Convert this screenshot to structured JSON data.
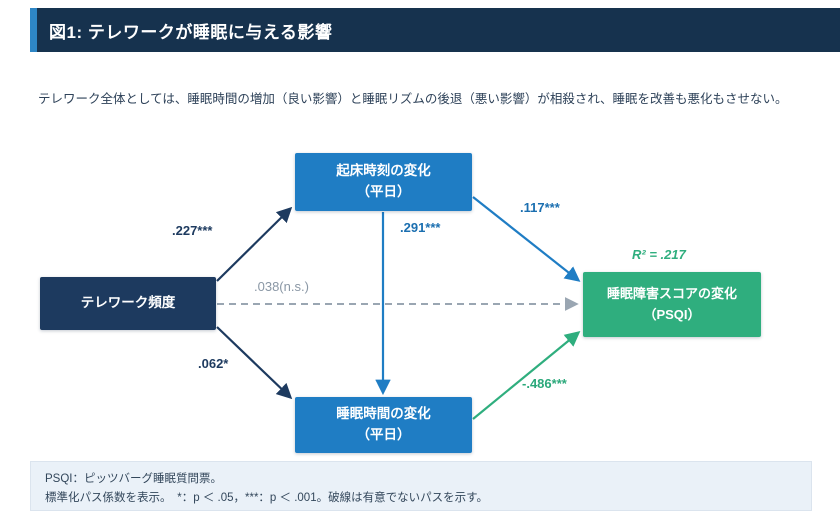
{
  "header": {
    "title": "図1: テレワークが睡眠に与える影響"
  },
  "subtitle": "テレワーク全体としては、睡眠時間の増加（良い影響）と睡眠リズムの後退（悪い影響）が相殺され、睡眠を改善も悪化もさせない。",
  "diagram": {
    "nodes": {
      "telework": {
        "label": "テレワーク頻度"
      },
      "wake_time": {
        "line1": "起床時刻の変化",
        "line2": "（平日）"
      },
      "sleep_duration": {
        "line1": "睡眠時間の変化",
        "line2": "（平日）"
      },
      "psqi": {
        "line1": "睡眠障害スコアの変化",
        "line2": "（PSQI）"
      }
    },
    "paths": {
      "telework_to_wake": ".227***",
      "telework_to_sleep": ".062*",
      "wake_to_sleep": ".291***",
      "wake_to_psqi": ".117***",
      "sleep_to_psqi": "-.486***",
      "telework_to_psqi": ".038(n.s.)"
    },
    "r_squared": "R² = .217"
  },
  "footnote": {
    "line1": "PSQI：ピッツバーグ睡眠質問票。",
    "line2": "標準化パス係数を表示。　*：p ＜ .05，***：p ＜ .001。破線は有意でないパスを示す。"
  },
  "colors": {
    "header_bg": "#16324e",
    "header_accent": "#2e86c5",
    "navy": "#1d3a5f",
    "blue": "#1f7dc4",
    "green": "#2fae7e",
    "gray_dashed": "#9aa6b2"
  }
}
